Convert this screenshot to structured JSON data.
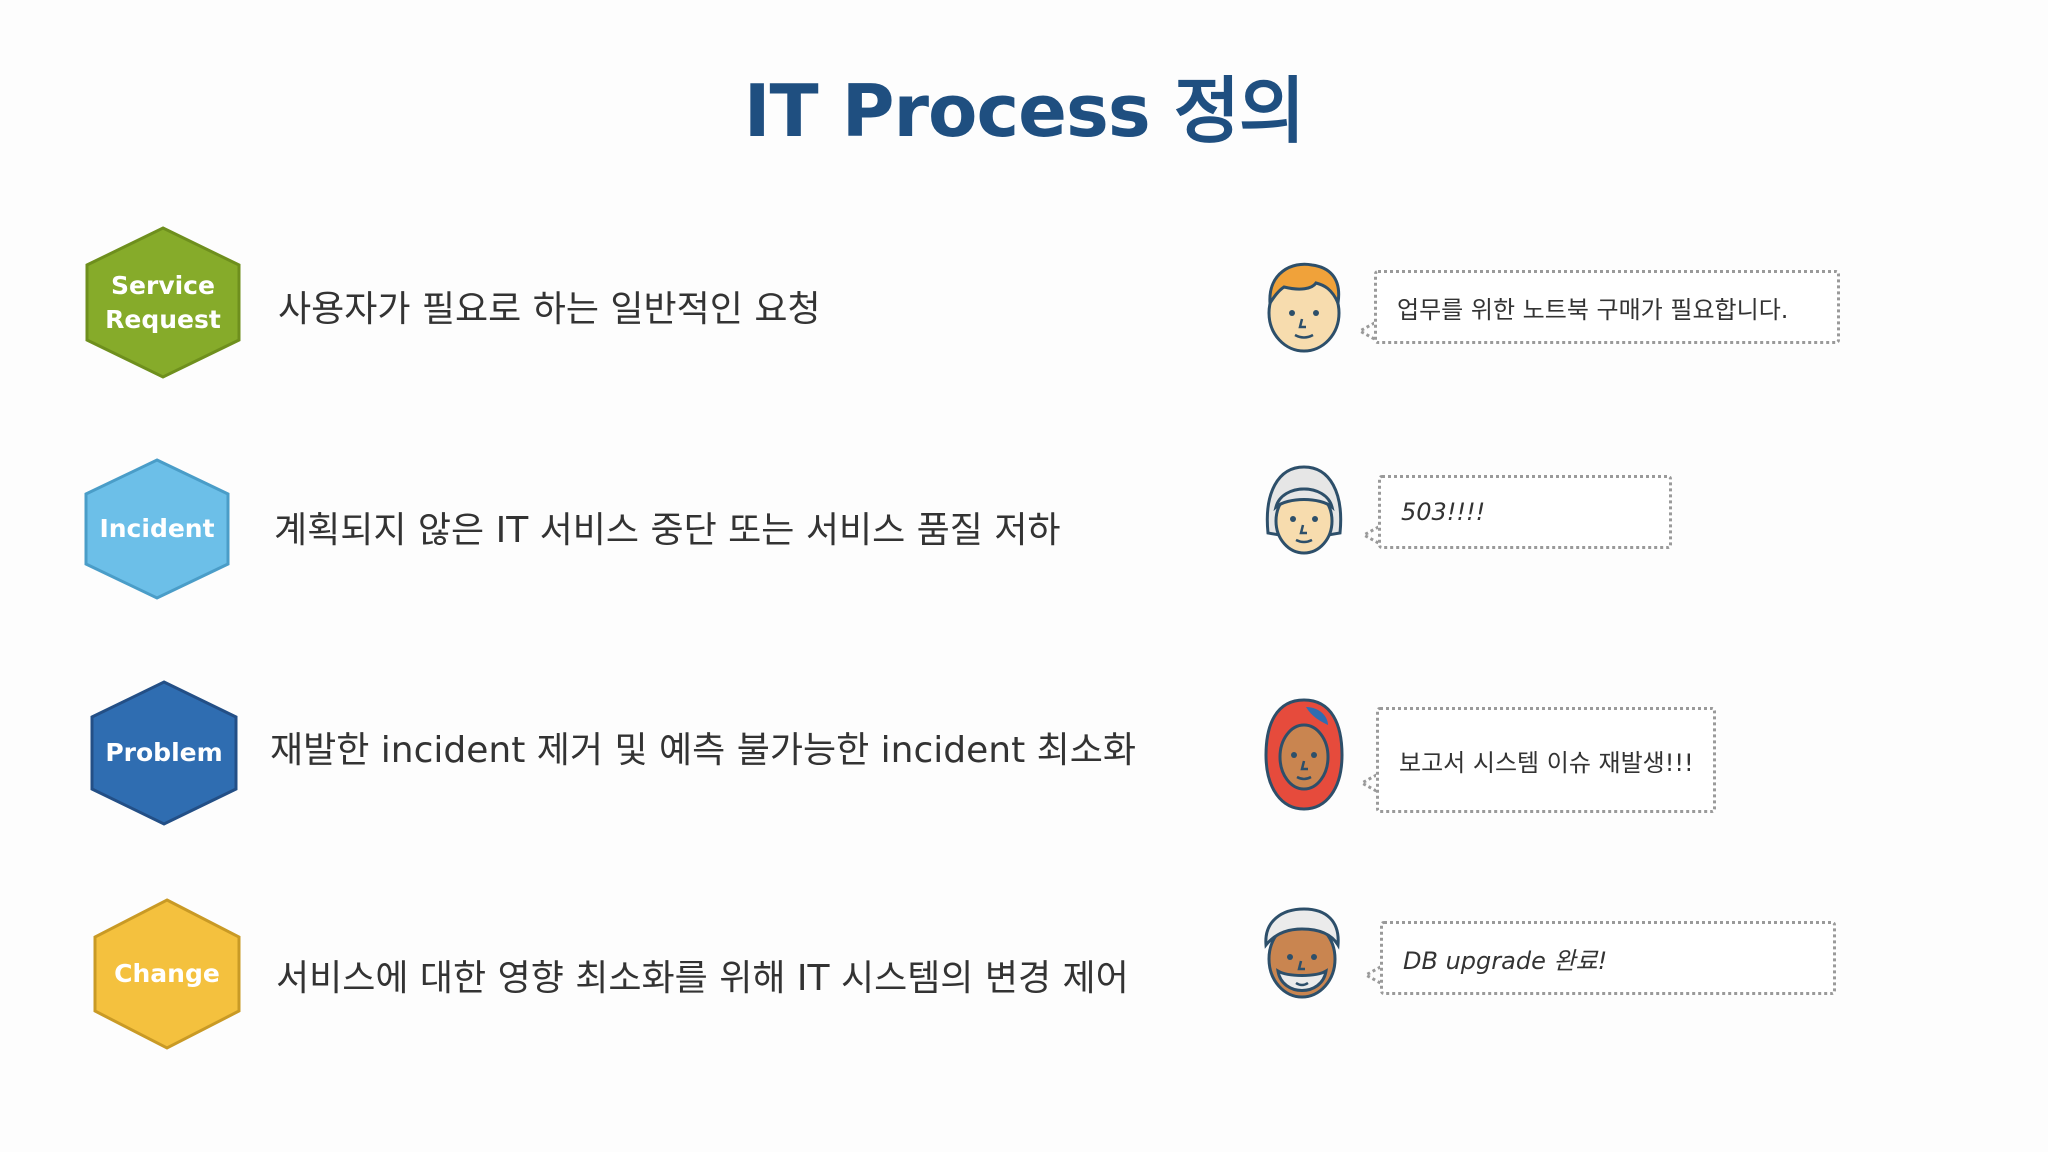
{
  "title": "IT Process 정의",
  "rows": [
    {
      "label_line1": "Service",
      "label_line2": "Request",
      "description": "사용자가 필요로 하는 일반적인 요청",
      "speech": "업무를 위한 노트북 구매가 필요합니다.",
      "hex_color": "#86ab2a",
      "hex_edge": "#6e8f1d",
      "avatar_icon": "person-blond-hair-icon"
    },
    {
      "label_line1": "Incident",
      "label_line2": "",
      "description": "계획되지 않은 IT 서비스 중단 또는 서비스 품질 저하",
      "speech": "503!!!!",
      "hex_color": "#6cbfe8",
      "hex_edge": "#4a9dc8",
      "avatar_icon": "person-gray-hair-icon"
    },
    {
      "label_line1": "Problem",
      "label_line2": "",
      "description": "재발한 incident 제거 및 예측 불가능한 incident 최소화",
      "speech": "보고서 시스템 이슈 재발생!!!",
      "hex_color": "#2f6db1",
      "hex_edge": "#234f86",
      "avatar_icon": "person-headscarf-icon"
    },
    {
      "label_line1": "Change",
      "label_line2": "",
      "description": "서비스에 대한 영향 최소화를 위해 IT 시스템의 변경 제어",
      "speech": "DB upgrade 완료!",
      "hex_color": "#f4c13e",
      "hex_edge": "#c99a25",
      "avatar_icon": "person-white-beard-icon"
    }
  ]
}
